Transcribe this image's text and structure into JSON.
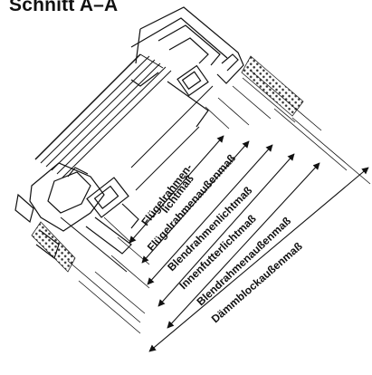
{
  "title": "Schnitt A–A",
  "labels": {
    "fluegel1": "Flügelrahmen-",
    "fluegel2": "lichtmaß",
    "fluegelAussen": "Flügelrahmenaußenmaß",
    "blendLicht": "Blendrahmenlichtmaß",
    "innenfutter": "Innenfutterlichtmaß",
    "blendAussen": "Blendrahmenaußenmaß",
    "daemmblock": "Dämmblockaußenmaß"
  }
}
